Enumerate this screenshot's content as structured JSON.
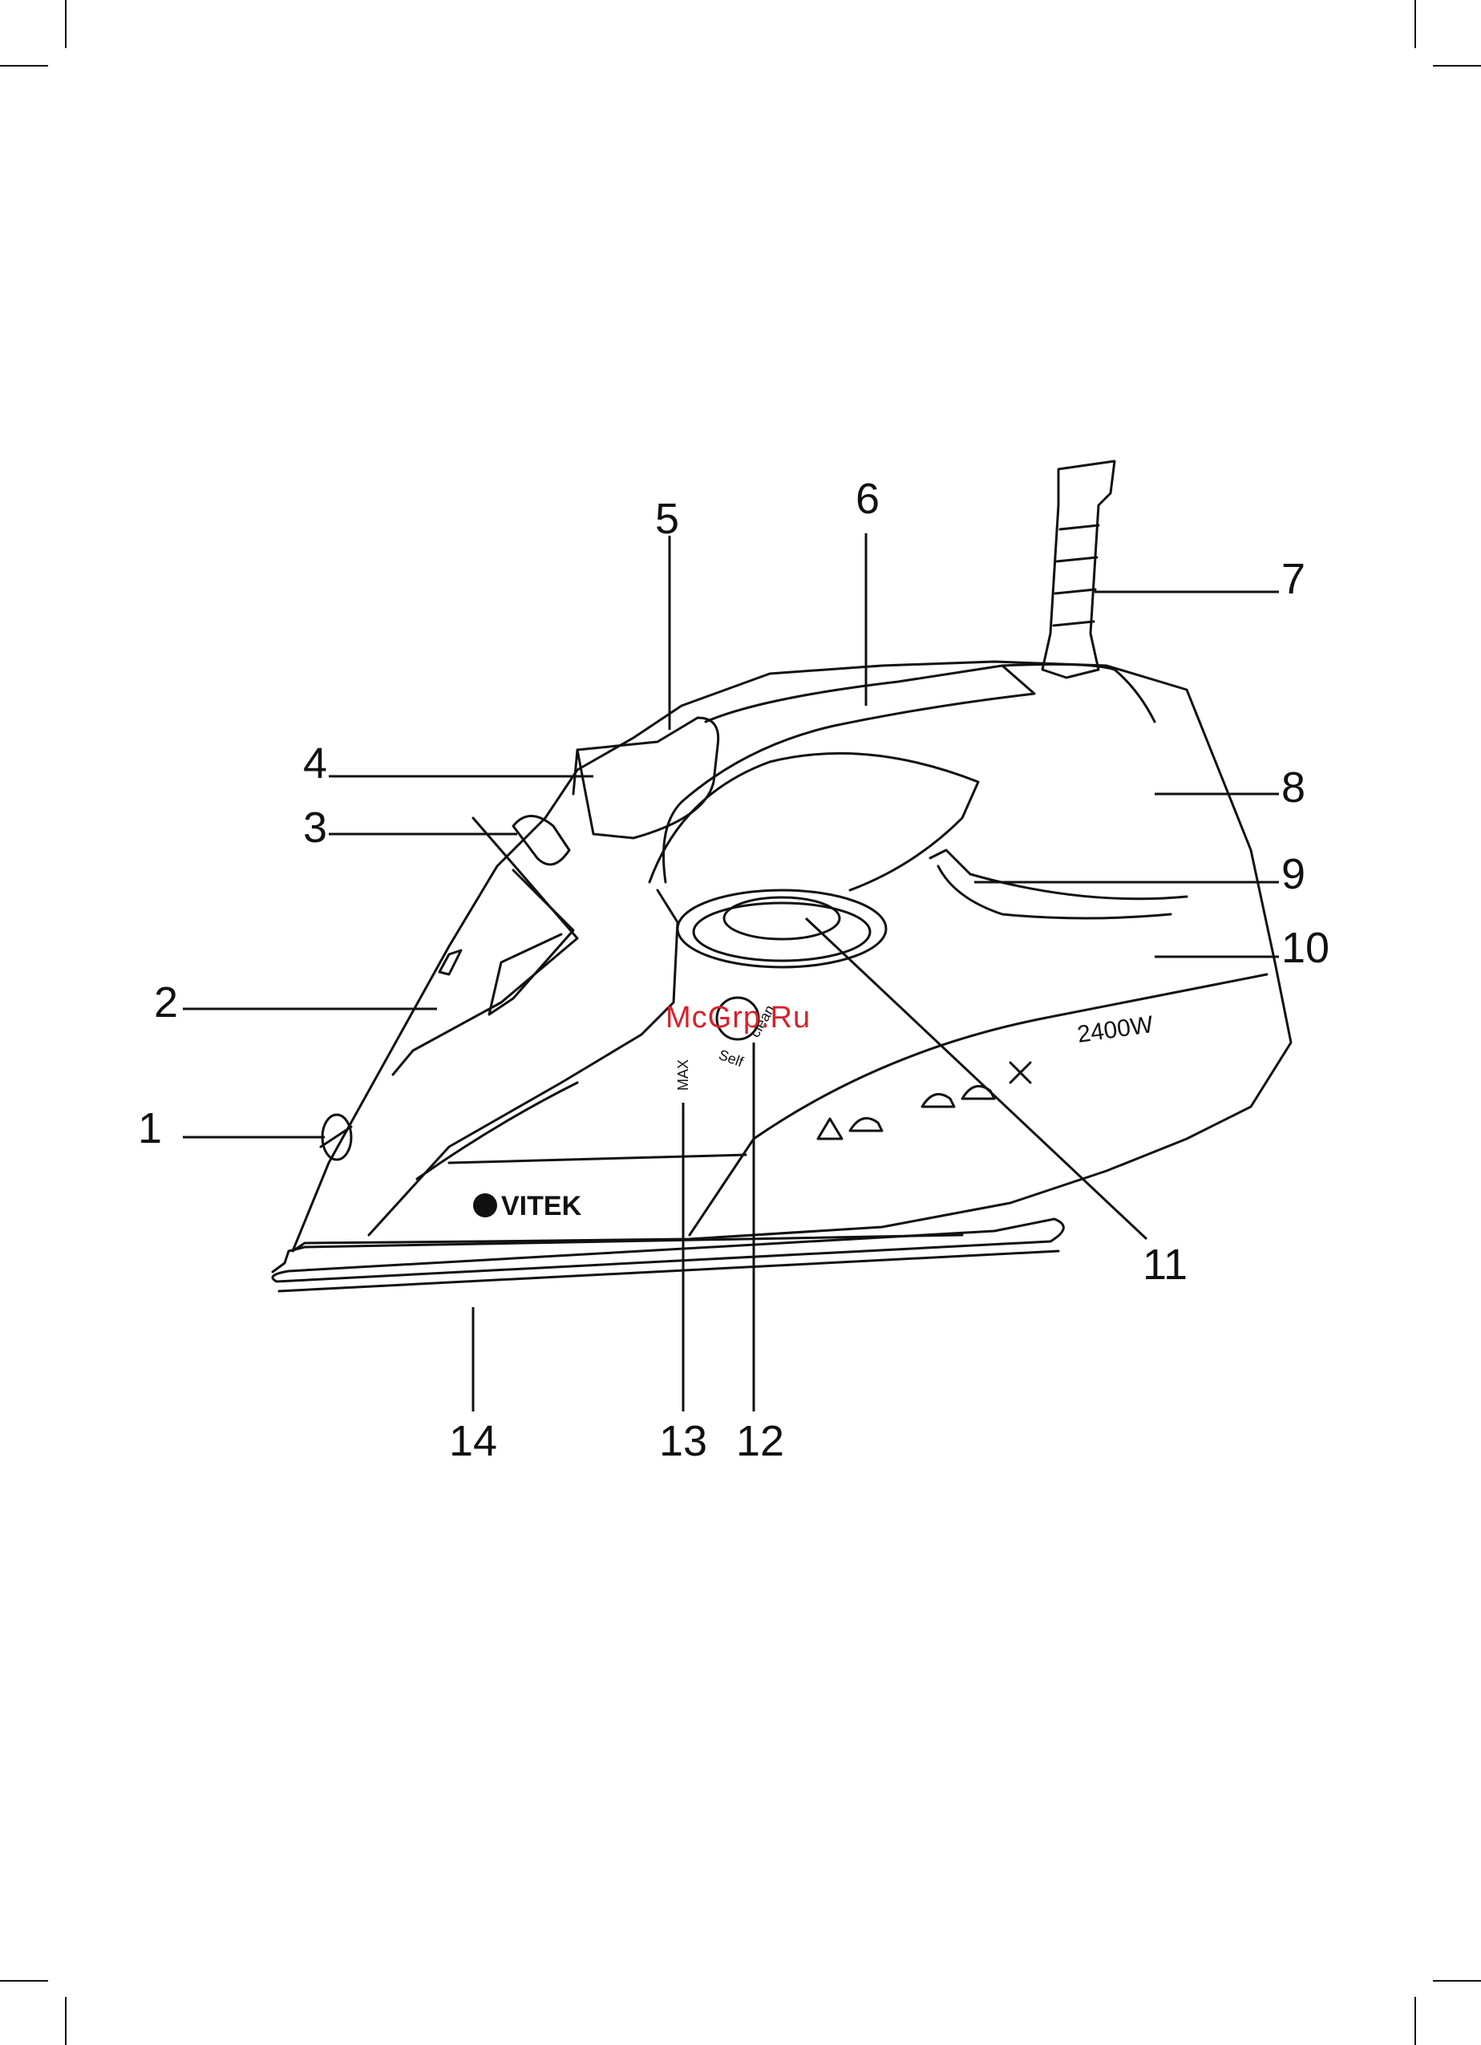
{
  "watermark": "McGrp.Ru",
  "brand": "VITEK",
  "wattage": "2400W",
  "markings": {
    "max": "MAX",
    "self": "Self",
    "clean": "clean"
  },
  "callouts": [
    "1",
    "2",
    "3",
    "4",
    "5",
    "6",
    "7",
    "8",
    "9",
    "10",
    "11",
    "12",
    "13",
    "14"
  ],
  "colors": {
    "ink": "#111111",
    "watermark": "#d6222a"
  }
}
